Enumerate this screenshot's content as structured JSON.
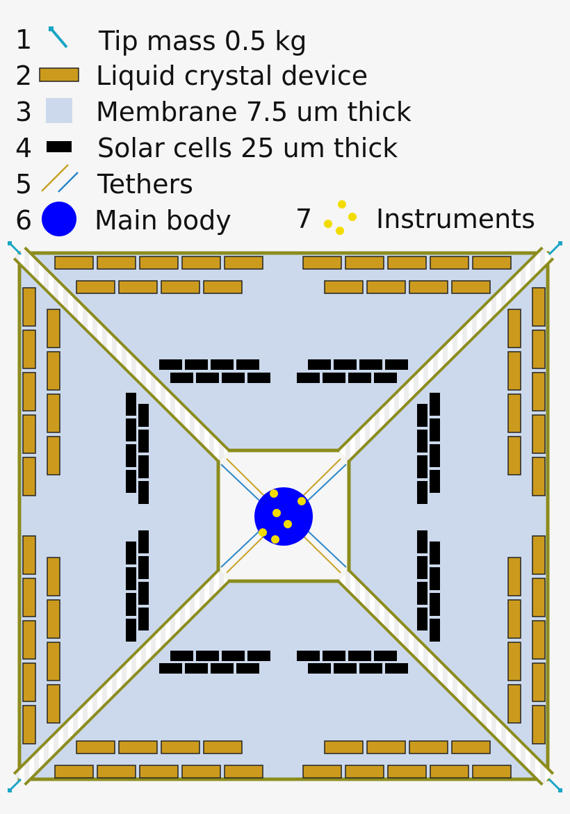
{
  "legend": {
    "items": [
      {
        "number": "1",
        "label": "Tip mass 0.5 kg",
        "icon": "tip-mass-icon"
      },
      {
        "number": "2",
        "label": "Liquid crystal device",
        "icon": "liquid-crystal-device-icon"
      },
      {
        "number": "3",
        "label": "Membrane 7.5 um thick",
        "icon": "membrane-icon"
      },
      {
        "number": "4",
        "label": "Solar cells 25 um thick",
        "icon": "solar-cell-icon"
      },
      {
        "number": "5",
        "label": "Tethers",
        "icon": "tethers-icon"
      },
      {
        "number": "6",
        "label": "Main body",
        "icon": "main-body-icon"
      },
      {
        "number": "7",
        "label": "Instruments",
        "icon": "instruments-icon"
      }
    ]
  },
  "colors": {
    "background": "#f6f6f6",
    "membrane": "#ccd9ec",
    "lcd": "#cc9b1e",
    "solar_cell": "#000000",
    "frame": "#8c8c1e",
    "tether_gold": "#c9a227",
    "tether_blue": "#2a86c8",
    "tip_mass": "#1aa5c4",
    "main_body": "#0000ff",
    "instrument": "#f2dc00",
    "center_panel": "#f6f6f6"
  }
}
